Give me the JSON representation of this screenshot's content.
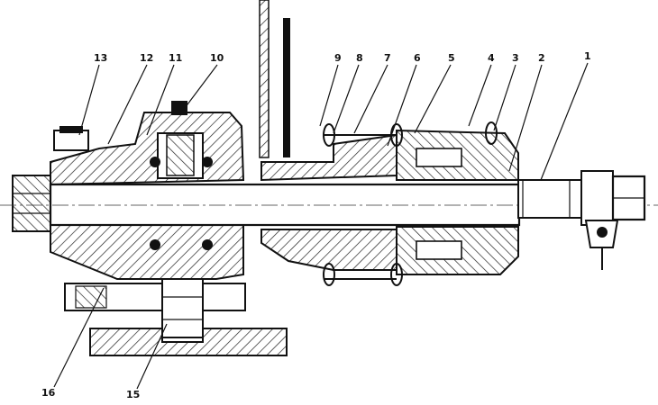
{
  "drawing": {
    "labels": [
      {
        "id": "13",
        "text": "13"
      },
      {
        "id": "12",
        "text": "12"
      },
      {
        "id": "11",
        "text": "11"
      },
      {
        "id": "10",
        "text": "10"
      },
      {
        "id": "9",
        "text": "9"
      },
      {
        "id": "8",
        "text": "8"
      },
      {
        "id": "7",
        "text": "7"
      },
      {
        "id": "6",
        "text": "6"
      },
      {
        "id": "5",
        "text": "5"
      },
      {
        "id": "4",
        "text": "4"
      },
      {
        "id": "3",
        "text": "3"
      },
      {
        "id": "2",
        "text": "2"
      },
      {
        "id": "1",
        "text": "1"
      },
      {
        "id": "16",
        "text": "16"
      },
      {
        "id": "15",
        "text": "15"
      }
    ]
  }
}
